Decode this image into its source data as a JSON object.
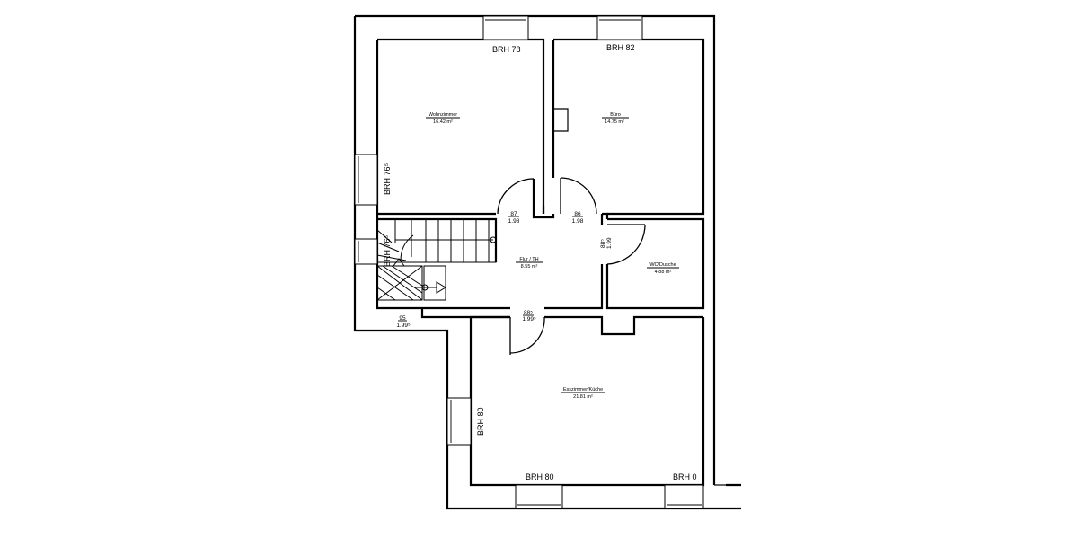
{
  "rooms": {
    "wohnzimmer": {
      "name": "Wohnzimmer",
      "area": "16.42 m²"
    },
    "buero": {
      "name": "Büro",
      "area": "14.75 m²"
    },
    "flur": {
      "name": "Flur / TH",
      "area": "8.55 m²"
    },
    "wc": {
      "name": "WC/Dusche",
      "area": "4.88 m²"
    },
    "esszimmer": {
      "name": "Esszimmer/Küche",
      "area": "21.81 m²"
    }
  },
  "brh": {
    "wohnzimmer_top": "BRH 78",
    "buero_top": "BRH 82",
    "wohnzimmer_left": "BRH 76⁵",
    "stair_left": "BRH 76⁵",
    "ess_left": "BRH 80",
    "ess_bottom_left": "BRH 80",
    "ess_bottom_right": "BRH 0"
  },
  "doors": {
    "d1": {
      "w": "87",
      "h": "1.98"
    },
    "d2": {
      "w": "86",
      "h": "1.98"
    },
    "d3": {
      "w": "88⁵",
      "h": "1.99"
    },
    "d4": {
      "w": "88⁵",
      "h": "1.99⁵"
    },
    "d5": {
      "w": "95",
      "h": "1.99⁵"
    }
  }
}
